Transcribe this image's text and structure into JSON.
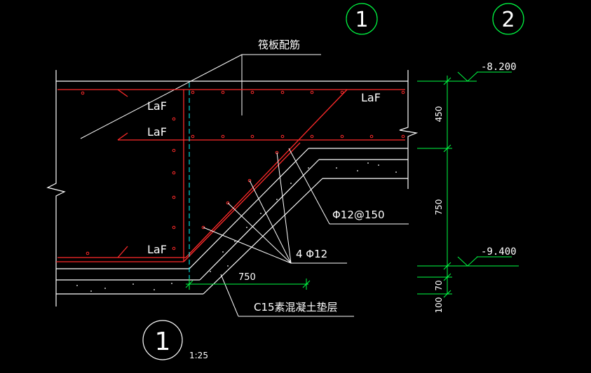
{
  "colors": {
    "background": "#000000",
    "line": "#ffffff",
    "rebar": "#ff2a2a",
    "dimension": "#00ff44",
    "centerline": "#00ffff"
  },
  "axis_bubbles": [
    {
      "label": "1"
    },
    {
      "label": "2"
    }
  ],
  "labels": {
    "raft_rebar": "筏板配筋",
    "laf_1": "LaF",
    "laf_2": "LaF",
    "laf_3": "LaF",
    "laf_4": "LaF",
    "stirrup_spec": "Φ12@150",
    "bar_spec": "4 Φ12",
    "cushion": "C15素混凝土垫层",
    "width_750": "750"
  },
  "elevations": [
    {
      "value": "-8.200"
    },
    {
      "value": "-9.400"
    }
  ],
  "dimensions_vertical": [
    "450",
    "750",
    "70",
    "100"
  ],
  "detail": {
    "number": "1",
    "scale": "1:25"
  }
}
